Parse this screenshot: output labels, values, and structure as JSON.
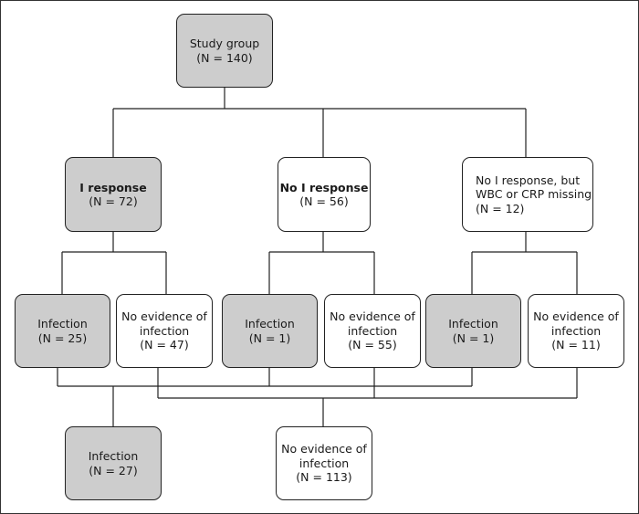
{
  "colors": {
    "shaded_box": "#cdcdcd",
    "plain_box": "#ffffff",
    "line": "#222222"
  },
  "nodes": {
    "study_group": {
      "title": "Study group",
      "n": "(N = 140)"
    },
    "i_response": {
      "title": "I response",
      "n": "(N = 72)"
    },
    "no_i_response": {
      "title": "No I response",
      "n": "(N = 56)"
    },
    "no_i_missing": {
      "title1": "No I response, but",
      "title2": "WBC or CRP missing",
      "n": "(N = 12)"
    },
    "a_infection": {
      "title": "Infection",
      "n": "(N = 25)"
    },
    "a_no_evidence": {
      "title1": "No evidence of",
      "title2": "infection",
      "n": "(N = 47)"
    },
    "b_infection": {
      "title": "Infection",
      "n": "(N = 1)"
    },
    "b_no_evidence": {
      "title1": "No evidence of",
      "title2": "infection",
      "n": "(N = 55)"
    },
    "c_infection": {
      "title": "Infection",
      "n": "(N = 1)"
    },
    "c_no_evidence": {
      "title1": "No evidence of",
      "title2": "infection",
      "n": "(N = 11)"
    },
    "total_infection": {
      "title": "Infection",
      "n": "(N = 27)"
    },
    "total_no_evidence": {
      "title1": "No evidence of",
      "title2": "infection",
      "n": "(N = 113)"
    }
  }
}
